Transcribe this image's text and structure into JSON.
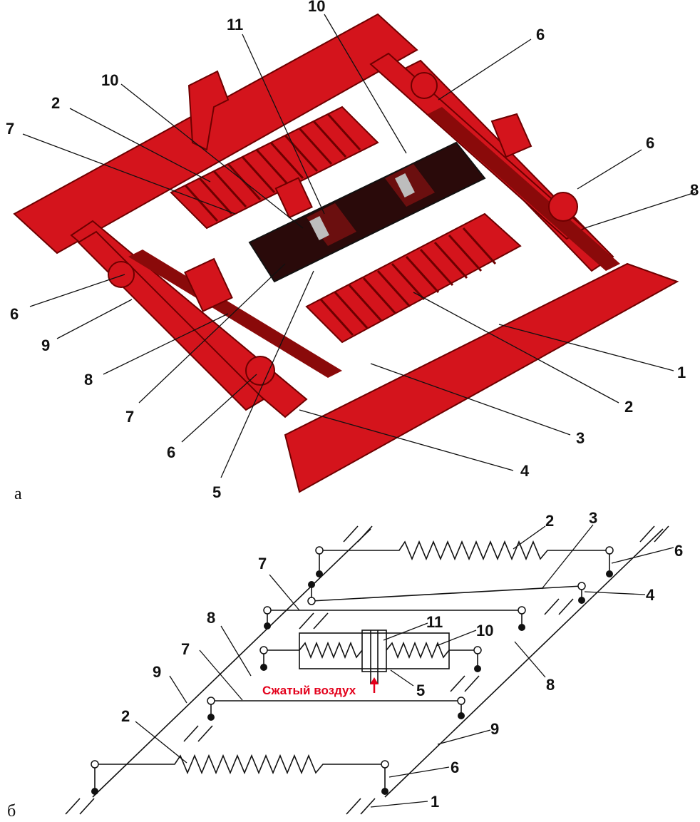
{
  "figure_a": {
    "sublabel": "а",
    "labels": [
      "10",
      "11",
      "6",
      "10",
      "2",
      "7",
      "6",
      "8",
      "6",
      "9",
      "8",
      "7",
      "6",
      "5",
      "4",
      "3",
      "2",
      "1"
    ]
  },
  "figure_b": {
    "sublabel": "б",
    "air_label": "Сжатый воздух",
    "labels": [
      "2",
      "3",
      "6",
      "7",
      "4",
      "11",
      "10",
      "8",
      "8",
      "9",
      "7",
      "5",
      "2",
      "9",
      "6",
      "1"
    ]
  },
  "colors": {
    "mechanism_red": "#d4141c",
    "air_text": "#e3001b"
  }
}
